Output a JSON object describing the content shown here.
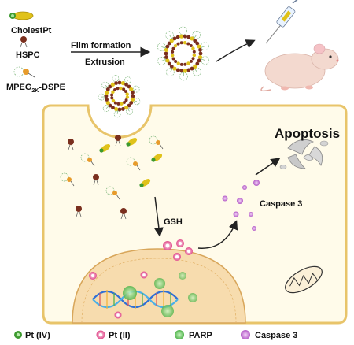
{
  "components": {
    "cholestpt": "CholestPt",
    "hspc": "HSPC",
    "mpeg_main": "MPEG",
    "mpeg_sub": "2K",
    "mpeg_tail": "-DSPE"
  },
  "process": {
    "step1": "Film formation",
    "step2": "Extrusion"
  },
  "cell": {
    "apoptosis": "Apoptosis",
    "caspase": "Caspase 3",
    "gsh": "GSH"
  },
  "legend": {
    "pt4": "Pt (IV)",
    "pt2": "Pt (II)",
    "parp": "PARP",
    "caspase": "Caspase 3"
  },
  "colors": {
    "cell_border": "#e8c46a",
    "cell_fill": "#fffbea",
    "nucleus": "#f7dcae",
    "lipid_head": "#7a2f1e",
    "cholestpt_body": "#e0c21a",
    "pt4_green": "#3d9a2f",
    "pt2_pink": "#e04a8a",
    "parp_green": "#6fd06a",
    "caspase_purple": "#c67ad6",
    "mouse": "#f3d9cf"
  }
}
